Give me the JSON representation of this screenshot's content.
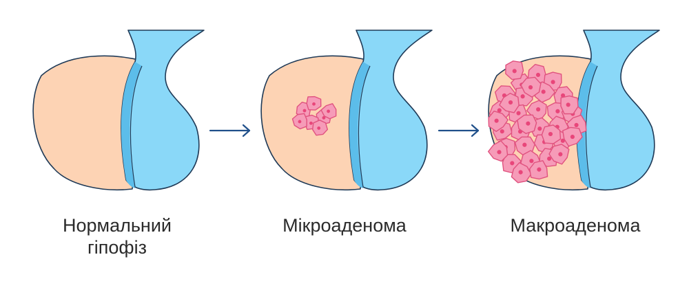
{
  "stages": [
    {
      "key": "normal",
      "caption_lines": [
        "Нормальний",
        "гіпофіз"
      ],
      "cell_count": 0
    },
    {
      "key": "micro",
      "caption_lines": [
        "Мікроаденома"
      ],
      "cell_count": 7
    },
    {
      "key": "macro",
      "caption_lines": [
        "Макроаденома"
      ],
      "cell_count": 36
    }
  ],
  "arrow_count": 2,
  "colors": {
    "gland_fill": "#fdd3b4",
    "gland_stroke": "#1f3a57",
    "stalk_fill": "#8ad8f8",
    "stalk_shade": "#5cbdea",
    "cell_fill": "#f69bb8",
    "cell_stroke": "#e0527f",
    "nucleus": "#e8467a",
    "arrow": "#1f4f8a",
    "text": "#2b2b2b"
  }
}
